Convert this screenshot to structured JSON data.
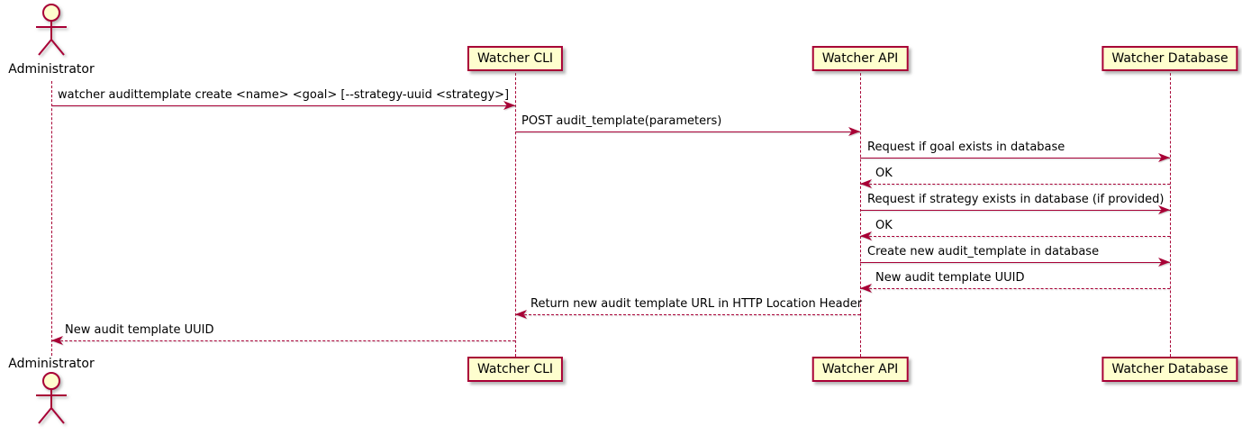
{
  "diagram": {
    "type": "sequence-diagram",
    "actor": {
      "label": "Administrator"
    },
    "participants": [
      {
        "id": "watcher-cli",
        "label": "Watcher CLI"
      },
      {
        "id": "watcher-api",
        "label": "Watcher API"
      },
      {
        "id": "watcher-database",
        "label": "Watcher Database"
      }
    ],
    "messages": [
      {
        "from": "Administrator",
        "to": "Watcher CLI",
        "style": "solid",
        "label": "watcher audittemplate create <name> <goal> [--strategy-uuid <strategy>]"
      },
      {
        "from": "Watcher CLI",
        "to": "Watcher API",
        "style": "solid",
        "label": "POST audit_template(parameters)"
      },
      {
        "from": "Watcher API",
        "to": "Watcher Database",
        "style": "solid",
        "label": "Request if goal exists in database"
      },
      {
        "from": "Watcher Database",
        "to": "Watcher API",
        "style": "dashed",
        "label": "OK"
      },
      {
        "from": "Watcher API",
        "to": "Watcher Database",
        "style": "solid",
        "label": "Request if strategy exists in database (if provided)"
      },
      {
        "from": "Watcher Database",
        "to": "Watcher API",
        "style": "dashed",
        "label": "OK"
      },
      {
        "from": "Watcher API",
        "to": "Watcher Database",
        "style": "solid",
        "label": "Create new audit_template in database"
      },
      {
        "from": "Watcher Database",
        "to": "Watcher API",
        "style": "dashed",
        "label": "New audit template UUID"
      },
      {
        "from": "Watcher API",
        "to": "Watcher CLI",
        "style": "dashed",
        "label": "Return new audit template URL in HTTP Location Header"
      },
      {
        "from": "Watcher CLI",
        "to": "Administrator",
        "style": "dashed",
        "label": "New audit template UUID"
      }
    ],
    "colors": {
      "participant_fill": "#FEFECE",
      "line": "#A80036",
      "text": "#000000",
      "background": "#FFFFFF"
    }
  }
}
